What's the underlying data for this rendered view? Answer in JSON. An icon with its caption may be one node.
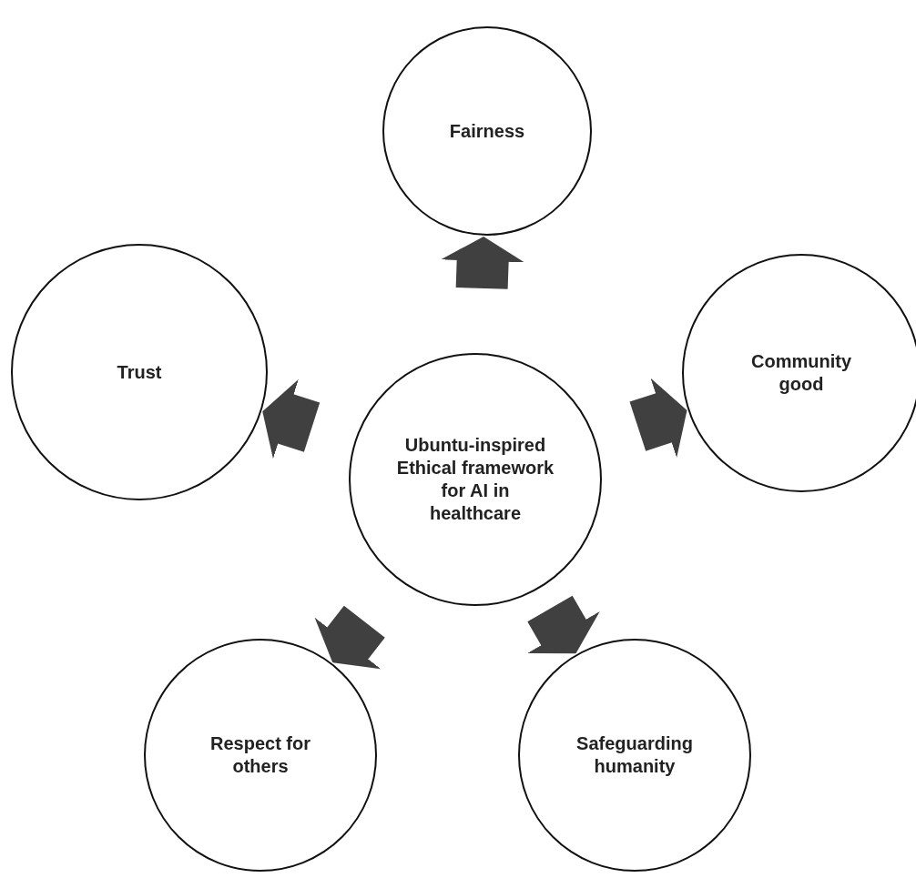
{
  "diagram": {
    "nodes": [
      {
        "text": [
          "Fairness"
        ]
      },
      {
        "text": [
          "Trust"
        ]
      },
      {
        "text": [
          "Community good"
        ]
      },
      {
        "text": [
          "Ubuntu-inspired Ethical framework for AI in healthcare"
        ]
      },
      {
        "text": [
          "Respect for others"
        ]
      },
      {
        "text": [
          "Safeguarding humanity"
        ]
      }
    ],
    "edges": [
      {
        "from": 3,
        "to": 0,
        "arrow": "to"
      },
      {
        "from": 3,
        "to": 1,
        "arrow": "to"
      },
      {
        "from": 3,
        "to": 2,
        "arrow": "to"
      },
      {
        "from": 3,
        "to": 4,
        "arrow": "to"
      },
      {
        "from": 3,
        "to": 5,
        "arrow": "to"
      }
    ]
  }
}
